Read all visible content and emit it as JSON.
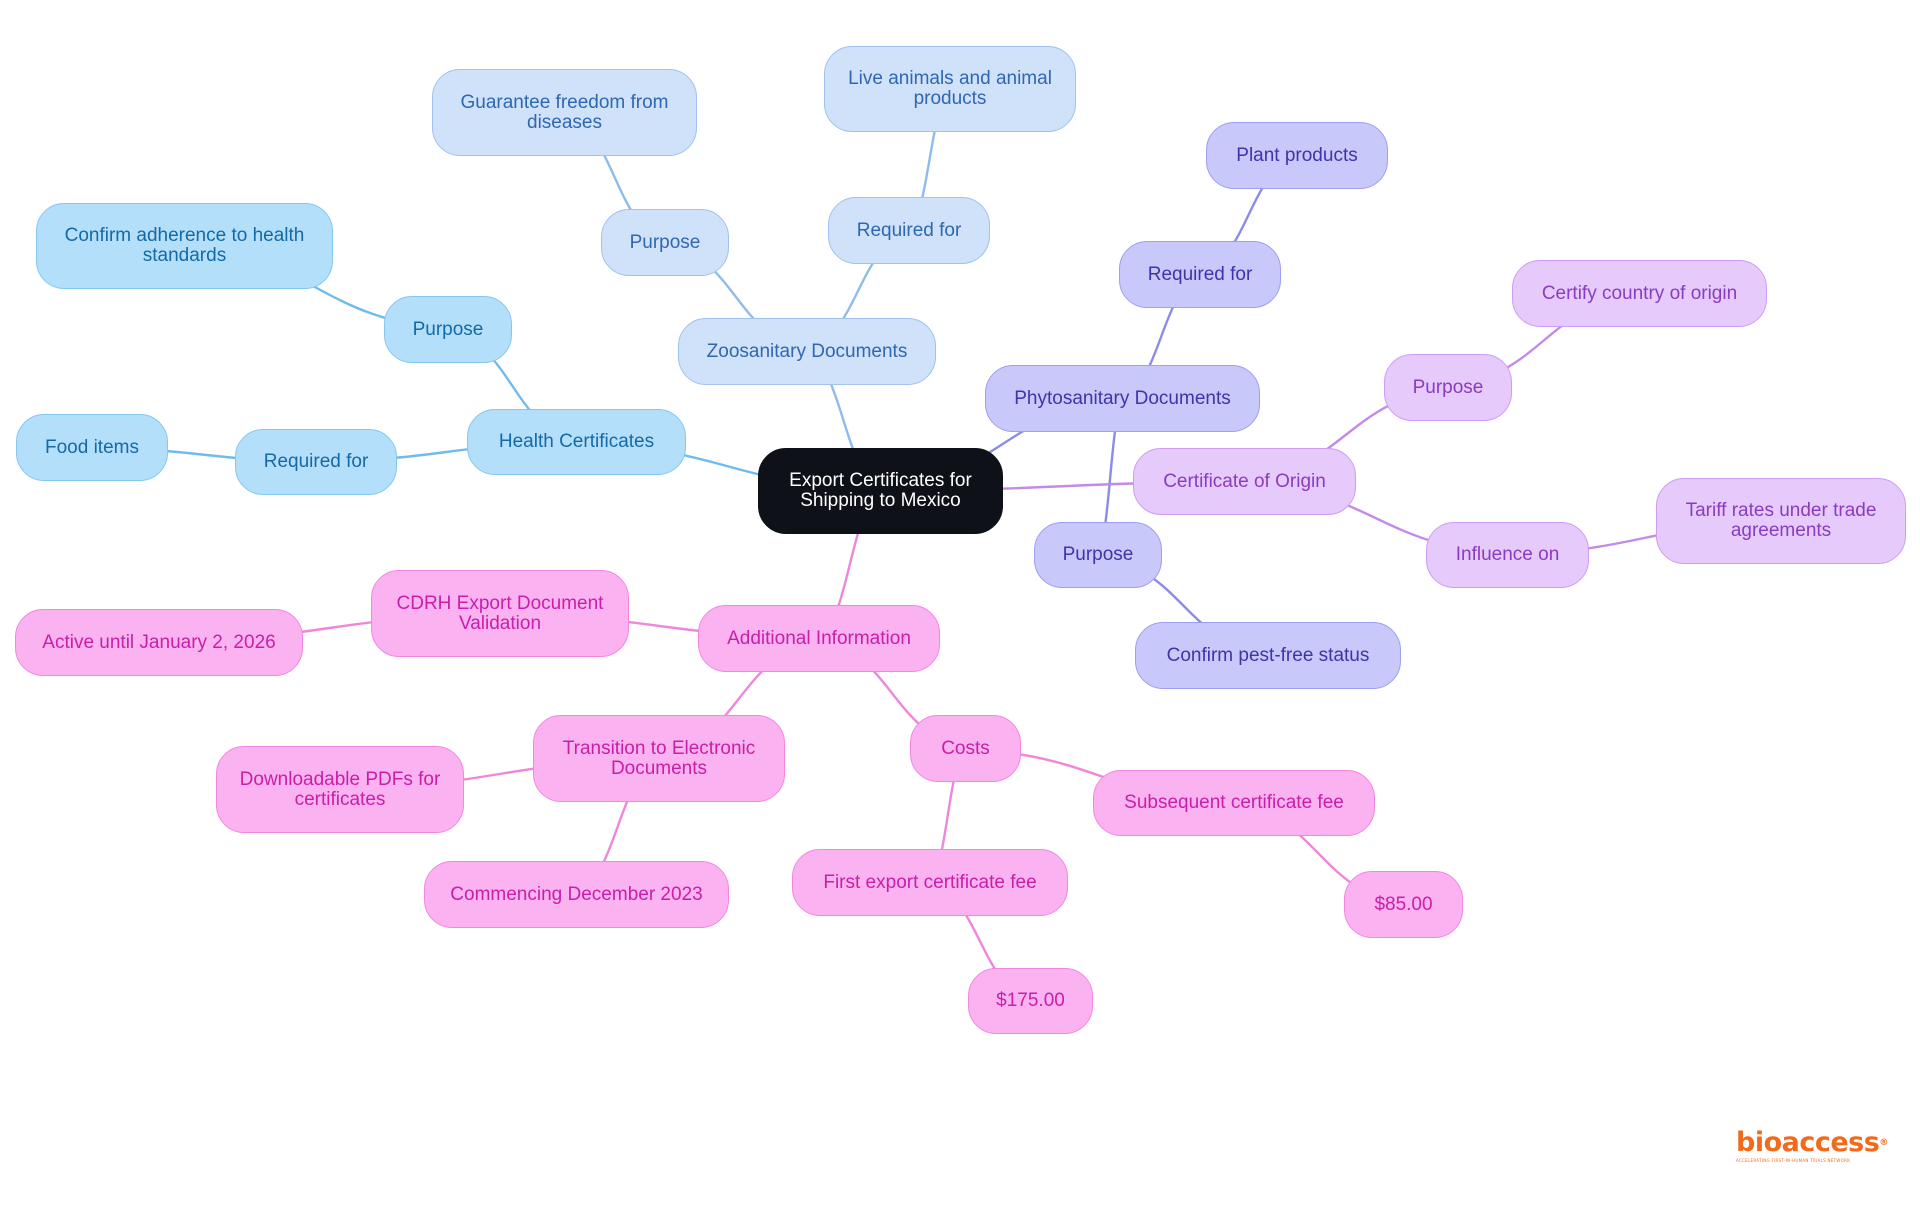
{
  "mindmap": {
    "root": {
      "id": "root",
      "label": "Export Certificates for Shipping to Mexico"
    },
    "branches": [
      {
        "id": "health",
        "label": "Health Certificates",
        "color": "#6fbcec",
        "children": [
          {
            "id": "health_purpose",
            "label": "Purpose",
            "children": [
              {
                "id": "health_purpose_val",
                "label": "Confirm adherence to health standards"
              }
            ]
          },
          {
            "id": "health_req",
            "label": "Required for",
            "children": [
              {
                "id": "health_req_val",
                "label": "Food items"
              }
            ]
          }
        ]
      },
      {
        "id": "zoo",
        "label": "Zoosanitary Documents",
        "color": "#8fbcea",
        "children": [
          {
            "id": "zoo_purpose",
            "label": "Purpose",
            "children": [
              {
                "id": "zoo_purpose_val",
                "label": "Guarantee freedom from diseases"
              }
            ]
          },
          {
            "id": "zoo_req",
            "label": "Required for",
            "children": [
              {
                "id": "zoo_req_val",
                "label": "Live animals and animal products"
              }
            ]
          }
        ]
      },
      {
        "id": "phyto",
        "label": "Phytosanitary Documents",
        "color": "#8c8ce8",
        "children": [
          {
            "id": "phyto_req",
            "label": "Required for",
            "children": [
              {
                "id": "phyto_req_val",
                "label": "Plant products"
              }
            ]
          },
          {
            "id": "phyto_purpose",
            "label": "Purpose",
            "children": [
              {
                "id": "phyto_purpose_val",
                "label": "Confirm pest-free status"
              }
            ]
          }
        ]
      },
      {
        "id": "origin",
        "label": "Certificate of Origin",
        "color": "#c48ae8",
        "children": [
          {
            "id": "origin_purpose",
            "label": "Purpose",
            "children": [
              {
                "id": "origin_purpose_val",
                "label": "Certify country of origin"
              }
            ]
          },
          {
            "id": "origin_infl",
            "label": "Influence on",
            "children": [
              {
                "id": "origin_infl_val",
                "label": "Tariff rates under trade agreements"
              }
            ]
          }
        ]
      },
      {
        "id": "addl",
        "label": "Additional Information",
        "color": "#ef86dc",
        "children": [
          {
            "id": "cdrh",
            "label": "CDRH Export Document Validation",
            "children": [
              {
                "id": "cdrh_val",
                "label": "Active until January 2, 2026"
              }
            ]
          },
          {
            "id": "trans",
            "label": "Transition to Electronic Documents",
            "children": [
              {
                "id": "trans_pdf",
                "label": "Downloadable PDFs for certificates"
              },
              {
                "id": "trans_dec",
                "label": "Commencing December 2023"
              }
            ]
          },
          {
            "id": "costs",
            "label": "Costs",
            "children": [
              {
                "id": "cost_first",
                "label": "First export certificate fee",
                "children": [
                  {
                    "id": "cost_first_val",
                    "label": "$175.00"
                  }
                ]
              },
              {
                "id": "cost_sub",
                "label": "Subsequent certificate fee",
                "children": [
                  {
                    "id": "cost_sub_val",
                    "label": "$85.00"
                  }
                ]
              }
            ]
          }
        ]
      }
    ]
  },
  "branding": {
    "logo_text": "bioaccess",
    "logo_mark": "®",
    "logo_tagline": "ACCELERATING FIRST-IN-HUMAN TRIALS NETWORK",
    "logo_color": "#f26b1d"
  }
}
